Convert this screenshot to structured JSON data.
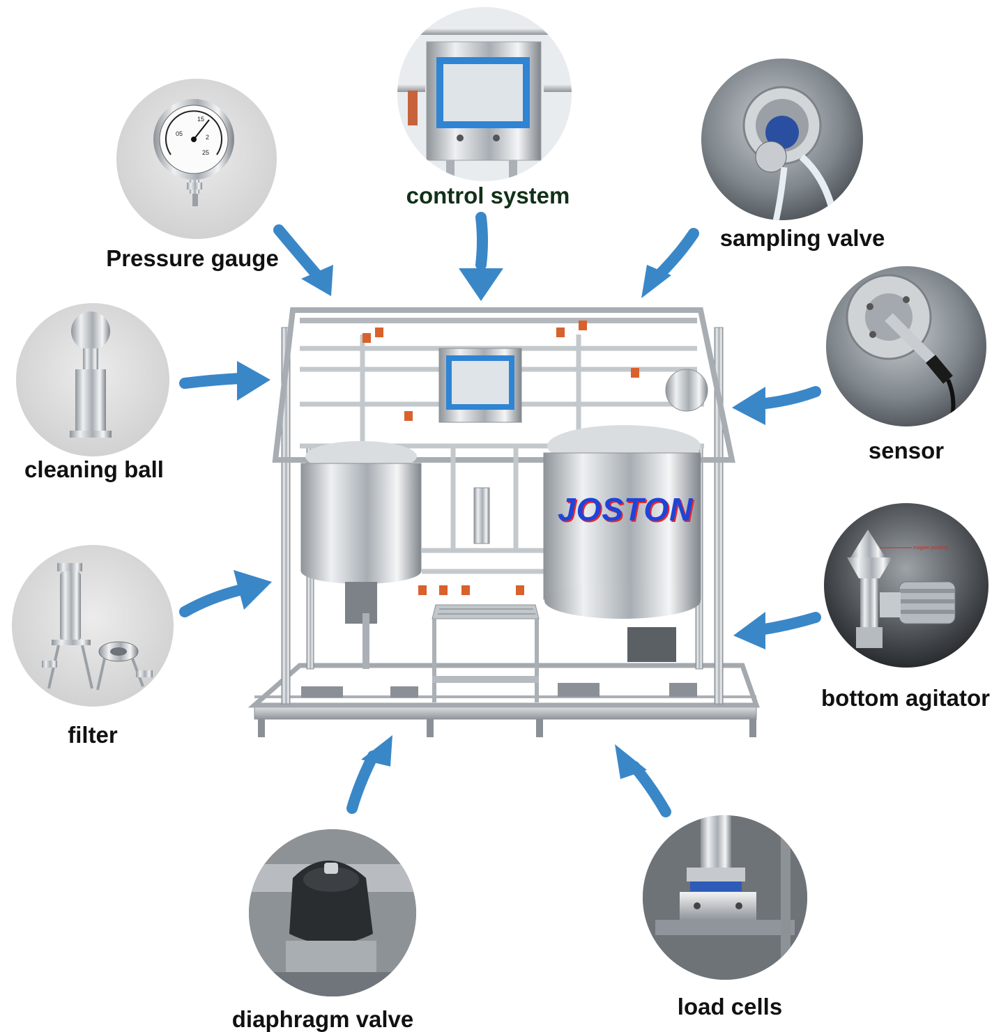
{
  "brand": "JOSTON",
  "components": [
    {
      "key": "control",
      "label": "control system",
      "icon": "control-panel-icon"
    },
    {
      "key": "pressure",
      "label": "Pressure gauge",
      "icon": "pressure-gauge-icon"
    },
    {
      "key": "sampling",
      "label": "sampling valve",
      "icon": "sampling-valve-icon"
    },
    {
      "key": "cleaning",
      "label": "cleaning ball",
      "icon": "cleaning-ball-icon"
    },
    {
      "key": "sensor",
      "label": "sensor",
      "icon": "sensor-probe-icon"
    },
    {
      "key": "filter",
      "label": "filter",
      "icon": "filter-housing-icon"
    },
    {
      "key": "agitator",
      "label": "bottom agitator",
      "icon": "bottom-agitator-icon"
    },
    {
      "key": "diaphragm",
      "label": "diaphragm valve",
      "icon": "diaphragm-valve-icon"
    },
    {
      "key": "loadcells",
      "label": "load cells",
      "icon": "load-cell-icon"
    }
  ],
  "colors": {
    "arrow": "#3a87c8",
    "brand_text": "#1f44d8",
    "brand_edge": "#e8262a",
    "steel": "#b9bec3",
    "circle_bg": "#d9d9d9"
  }
}
